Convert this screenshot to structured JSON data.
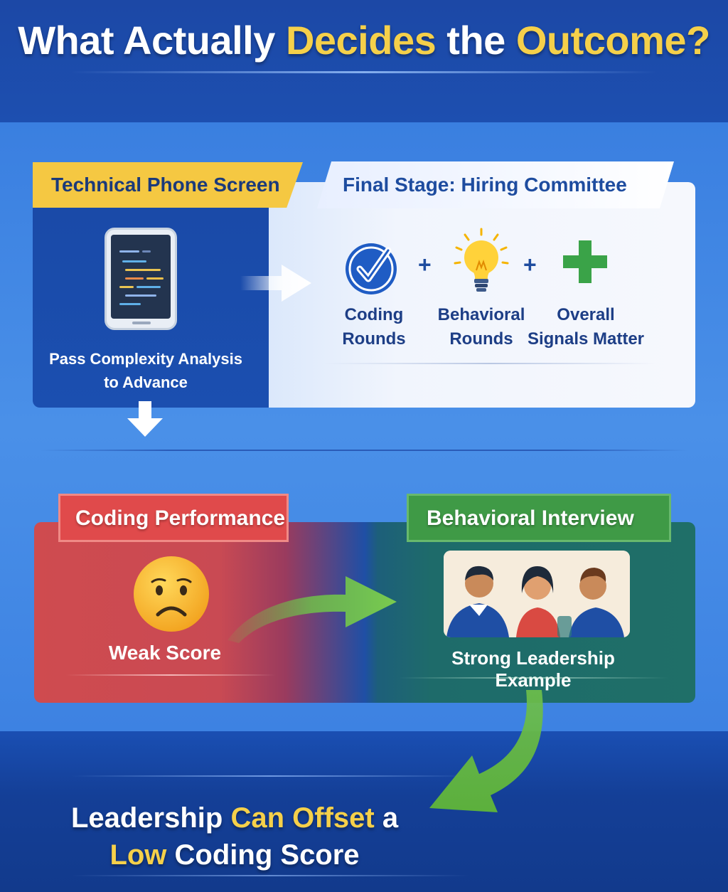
{
  "header": {
    "title_parts": [
      "What Actually ",
      "Decides",
      " the ",
      "Outcome?"
    ]
  },
  "top": {
    "phone_screen_tag": "Technical Phone Screen",
    "committee_tag": "Final Stage: Hiring Committee",
    "phone_caption_line1": "Pass Complexity Analysis",
    "phone_caption_line2": "to Advance",
    "items": [
      {
        "line1": "Coding",
        "line2": "Rounds",
        "icon": "check-circle-icon"
      },
      {
        "line1": "Behavioral",
        "line2": "Rounds",
        "icon": "lightbulb-icon"
      },
      {
        "line1": "Overall",
        "line2": "Signals Matter",
        "icon": "plus-icon"
      }
    ],
    "plus_symbol": "+"
  },
  "bottom": {
    "coding_tag": "Coding Performance",
    "behavioral_tag": "Behavioral Interview",
    "weak_label": "Weak Score",
    "strong_label": "Strong Leadership Example"
  },
  "conclusion": {
    "line1_parts": [
      "Leadership ",
      "Can Offset",
      " a"
    ],
    "line2_parts": [
      "Low",
      " Coding Score"
    ]
  },
  "colors": {
    "accent_yellow": "#f5d04a",
    "panel_blue": "#1b4fb0",
    "red": "#e04a4b",
    "green": "#3f9a46"
  }
}
